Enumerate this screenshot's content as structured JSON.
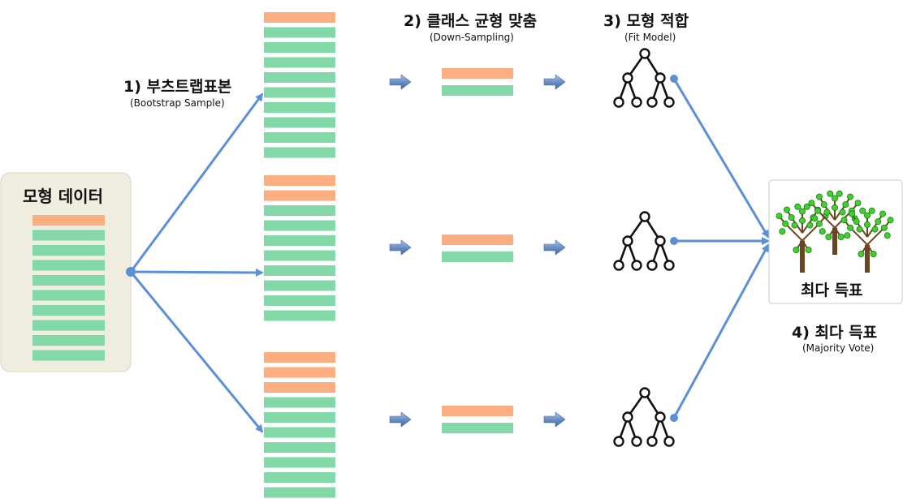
{
  "colors": {
    "minority": "#fcae80",
    "majority": "#82d8a6",
    "arrow": "#5b8fd6",
    "step_arrow": "#6b8fc4",
    "data_box_fill": "#efeddf",
    "data_box_border": "#d8d6c4",
    "vote_box_border": "#c8c8c8",
    "leaf": "#3ed12e",
    "trunk": "#6b4420"
  },
  "icons": {
    "model_tree": "binary-tree-icon",
    "forest": "tree-forest-icon",
    "step_arrow": "block-arrow-right-icon"
  },
  "data_box": {
    "title": "모형 데이터",
    "rows": [
      "minority",
      "majority",
      "majority",
      "majority",
      "majority",
      "majority",
      "majority",
      "majority",
      "majority",
      "majority"
    ]
  },
  "bootstrap_samples": [
    [
      "minority",
      "majority",
      "majority",
      "majority",
      "majority",
      "majority",
      "majority",
      "majority",
      "majority",
      "majority"
    ],
    [
      "minority",
      "minority",
      "majority",
      "majority",
      "majority",
      "majority",
      "majority",
      "majority",
      "majority",
      "majority"
    ],
    [
      "minority",
      "minority",
      "minority",
      "majority",
      "majority",
      "majority",
      "majority",
      "majority",
      "majority",
      "majority"
    ]
  ],
  "balanced_samples": [
    [
      "minority",
      "majority"
    ],
    [
      "minority",
      "majority"
    ],
    [
      "minority",
      "majority"
    ]
  ],
  "steps": {
    "step1_title": "1) 부츠트랩표본",
    "step1_sub": "(Bootstrap Sample)",
    "step2_title": "2) 클래스 균형 맞춤",
    "step2_sub": "(Down-Sampling)",
    "step3_title": "3) 모형 적합",
    "step3_sub": "(Fit Model)",
    "step4_title": "4) 최다 득표",
    "step4_sub": "(Majority Vote)"
  },
  "vote_box": {
    "label": "최다 득표"
  }
}
